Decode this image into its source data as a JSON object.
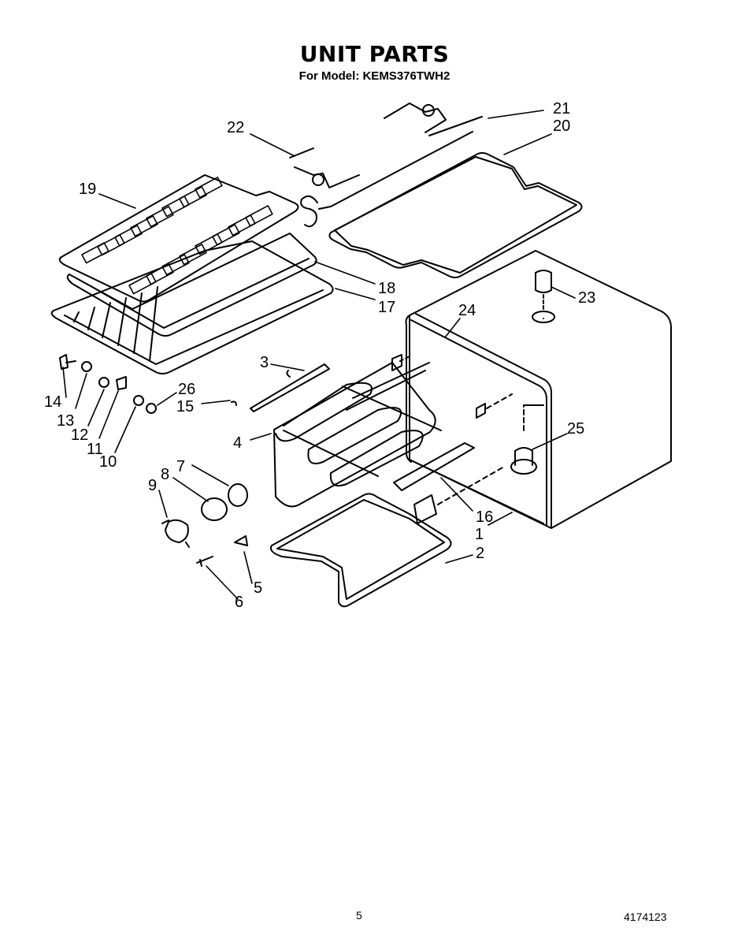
{
  "header": {
    "title": "UNIT PARTS",
    "subtitle": "For Model: KEMS376TWH2"
  },
  "callouts": [
    "1",
    "2",
    "3",
    "4",
    "5",
    "6",
    "7",
    "8",
    "9",
    "10",
    "11",
    "12",
    "13",
    "14",
    "15",
    "16",
    "17",
    "18",
    "19",
    "20",
    "21",
    "22",
    "23",
    "24",
    "25",
    "26"
  ],
  "footer": {
    "page_number": "5",
    "document_number": "4174123"
  }
}
